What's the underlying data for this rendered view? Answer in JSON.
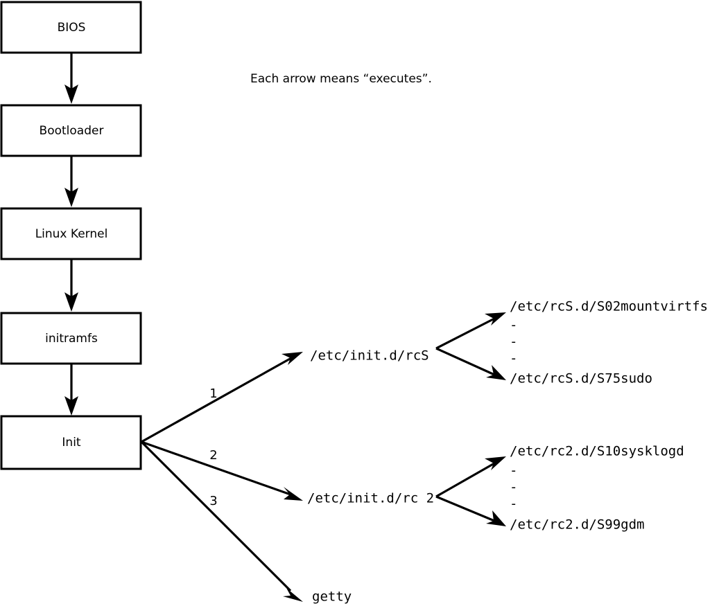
{
  "diagram": {
    "title_caption": "Each arrow means “executes”.",
    "background_color": "#ffffff",
    "line_color": "#000000",
    "boot_chain": [
      {
        "id": "bios",
        "label": "BIOS"
      },
      {
        "id": "bootloader",
        "label": "Bootloader"
      },
      {
        "id": "kernel",
        "label": "Linux Kernel"
      },
      {
        "id": "initramfs",
        "label": "initramfs"
      },
      {
        "id": "init",
        "label": "Init"
      }
    ],
    "init_branches": [
      {
        "number": "1",
        "target": "/etc/init.d/rcS"
      },
      {
        "number": "2",
        "target": "/etc/init.d/rc 2"
      },
      {
        "number": "3",
        "target": "getty"
      }
    ],
    "rcs_scripts": {
      "first": "/etc/rcS.d/S02mountvirtfs",
      "ellipsis": [
        "-",
        "-",
        "-"
      ],
      "last": "/etc/rcS.d/S75sudo"
    },
    "rc2_scripts": {
      "first": "/etc/rc2.d/S10sysklogd",
      "ellipsis": [
        "-",
        "-",
        "-"
      ],
      "last": "/etc/rc2.d/S99gdm"
    }
  }
}
